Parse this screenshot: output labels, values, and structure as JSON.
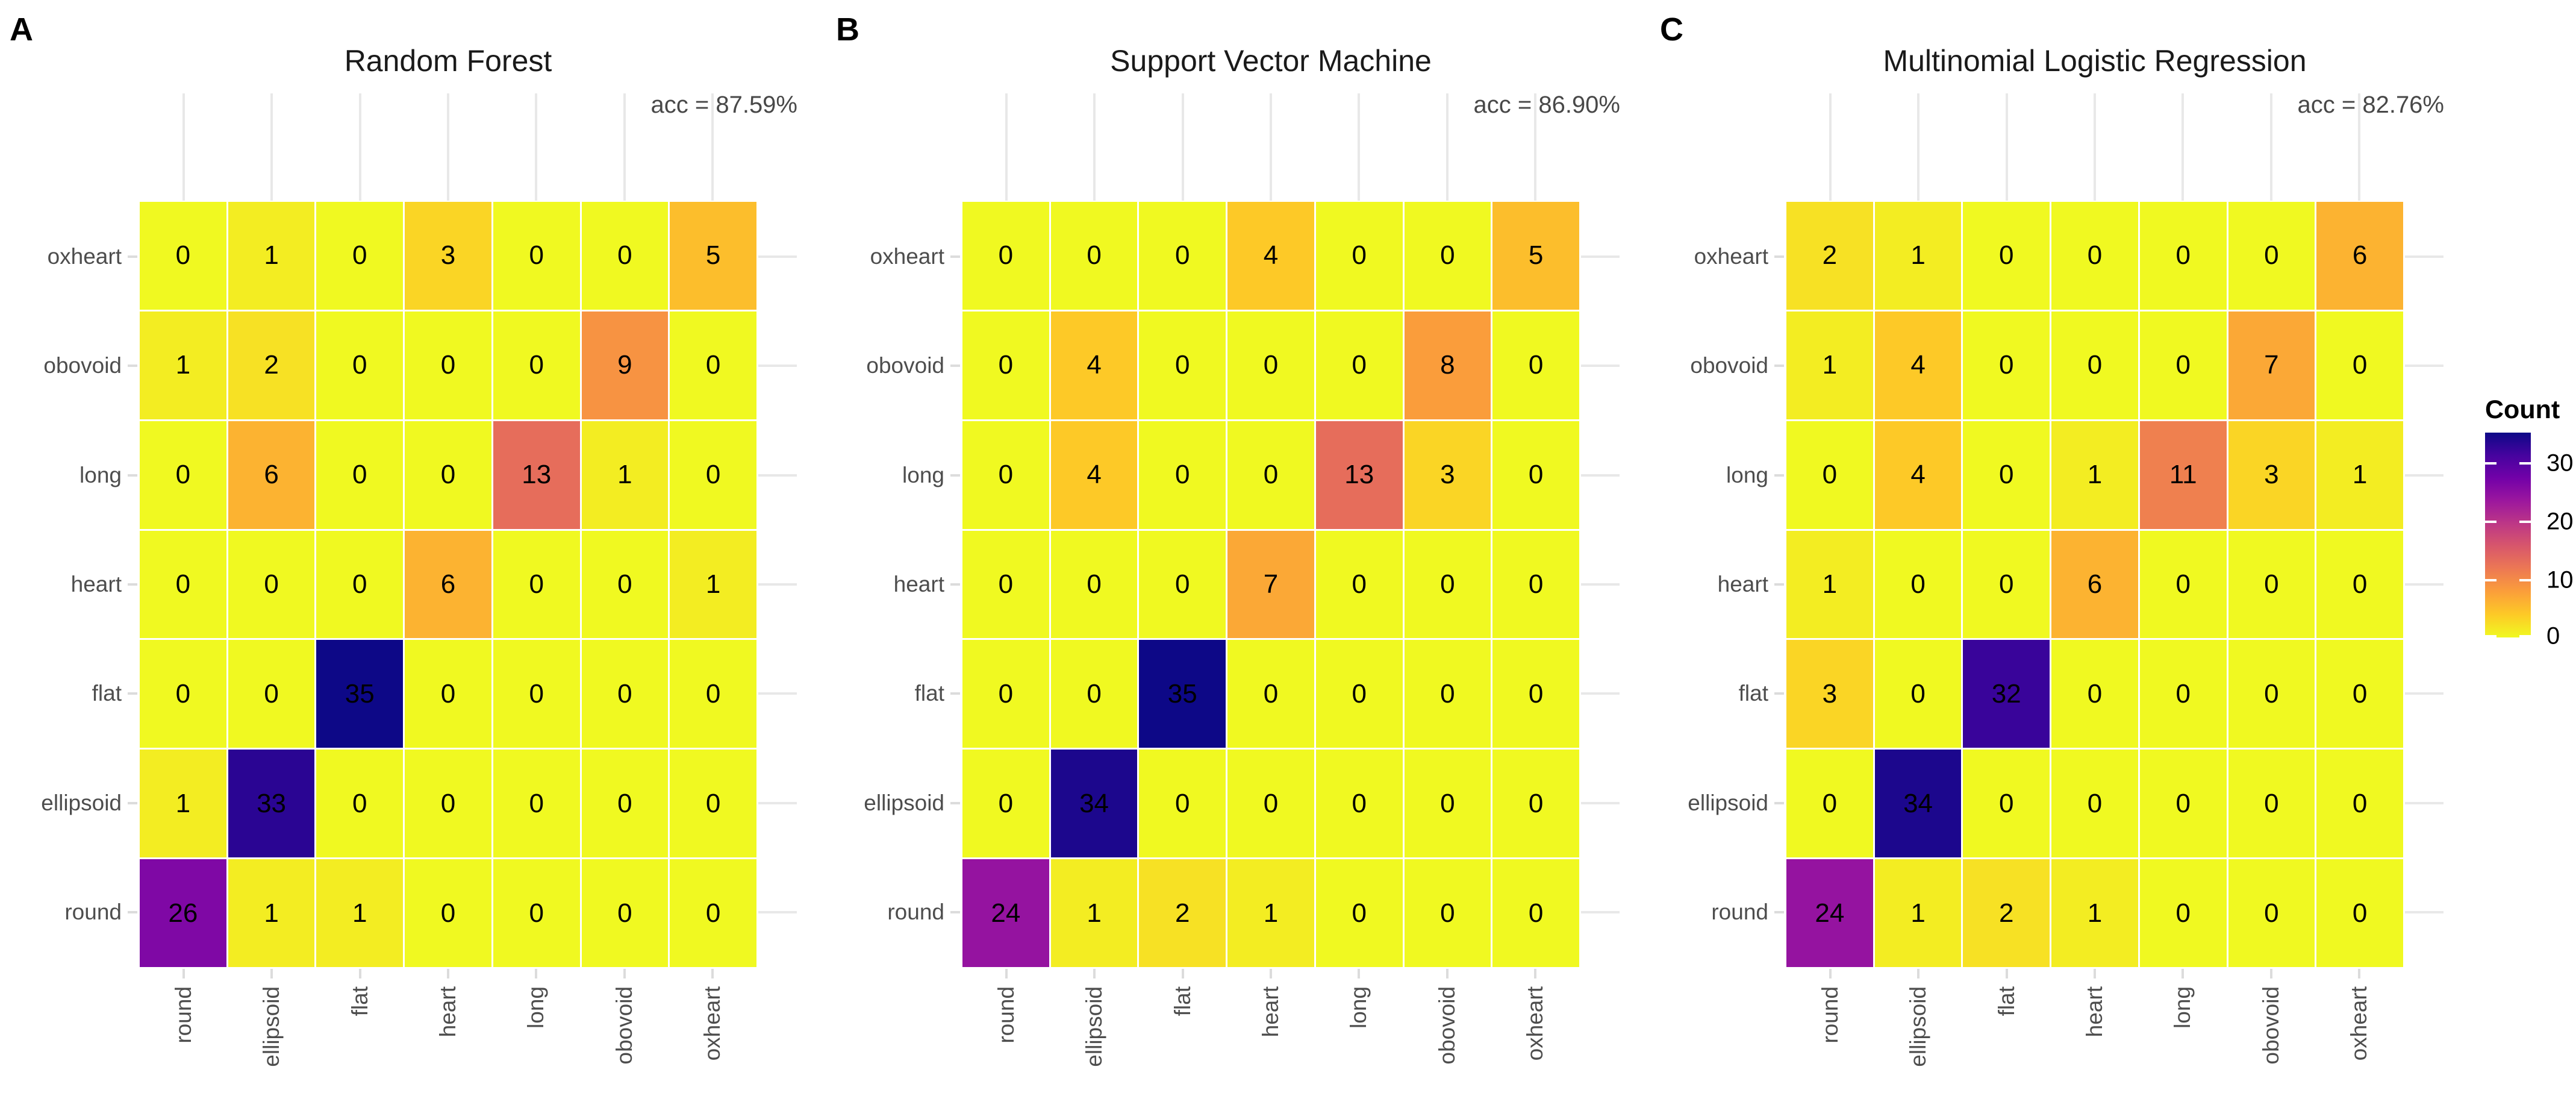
{
  "figure": {
    "panel_letters": [
      "A",
      "B",
      "C"
    ],
    "x_categories": [
      "round",
      "ellipsoid",
      "flat",
      "heart",
      "long",
      "obovoid",
      "oxheart"
    ],
    "y_categories_top_to_bottom": [
      "oxheart",
      "obovoid",
      "long",
      "heart",
      "flat",
      "ellipsoid",
      "round"
    ]
  },
  "colors": {
    "axis_label": "#4d4d4d",
    "grid_stub": "#e8e8e8",
    "tick_mark": "#dcdcdc",
    "annotation_text": "#484848",
    "cell_text": "#000000",
    "plasma_stops_high_to_low": [
      "#0d0887",
      "#46039f",
      "#7201a8",
      "#9c179e",
      "#bd3786",
      "#d8576b",
      "#ed7953",
      "#fb9f3a",
      "#fdca26",
      "#f0f921"
    ]
  },
  "legend": {
    "title": "Count",
    "tick_values": [
      30,
      20,
      10,
      0
    ],
    "tick_labels": [
      "30",
      "20",
      "10",
      "0"
    ],
    "scale_min": 0,
    "scale_max": 35
  },
  "chart_data": [
    {
      "type": "heatmap",
      "panel_label": "A",
      "title": "Random Forest",
      "annotation": "acc = 87.59%",
      "colormap": "plasma reversed",
      "value_domain": [
        0,
        35
      ],
      "x_categories": [
        "round",
        "ellipsoid",
        "flat",
        "heart",
        "long",
        "obovoid",
        "oxheart"
      ],
      "y_categories_top_to_bottom": [
        "oxheart",
        "obovoid",
        "long",
        "heart",
        "flat",
        "ellipsoid",
        "round"
      ],
      "rows_top_to_bottom": [
        [
          0,
          1,
          0,
          3,
          0,
          0,
          5
        ],
        [
          1,
          2,
          0,
          0,
          0,
          9,
          0
        ],
        [
          0,
          6,
          0,
          0,
          13,
          1,
          0
        ],
        [
          0,
          0,
          0,
          6,
          0,
          0,
          1
        ],
        [
          0,
          0,
          35,
          0,
          0,
          0,
          0
        ],
        [
          1,
          33,
          0,
          0,
          0,
          0,
          0
        ],
        [
          26,
          1,
          1,
          0,
          0,
          0,
          0
        ]
      ]
    },
    {
      "type": "heatmap",
      "panel_label": "B",
      "title": "Support Vector Machine",
      "annotation": "acc = 86.90%",
      "colormap": "plasma reversed",
      "value_domain": [
        0,
        35
      ],
      "x_categories": [
        "round",
        "ellipsoid",
        "flat",
        "heart",
        "long",
        "obovoid",
        "oxheart"
      ],
      "y_categories_top_to_bottom": [
        "oxheart",
        "obovoid",
        "long",
        "heart",
        "flat",
        "ellipsoid",
        "round"
      ],
      "rows_top_to_bottom": [
        [
          0,
          0,
          0,
          4,
          0,
          0,
          5
        ],
        [
          0,
          4,
          0,
          0,
          0,
          8,
          0
        ],
        [
          0,
          4,
          0,
          0,
          13,
          3,
          0
        ],
        [
          0,
          0,
          0,
          7,
          0,
          0,
          0
        ],
        [
          0,
          0,
          35,
          0,
          0,
          0,
          0
        ],
        [
          0,
          34,
          0,
          0,
          0,
          0,
          0
        ],
        [
          24,
          1,
          2,
          1,
          0,
          0,
          0
        ]
      ]
    },
    {
      "type": "heatmap",
      "panel_label": "C",
      "title": "Multinomial Logistic Regression",
      "annotation": "acc = 82.76%",
      "colormap": "plasma reversed",
      "value_domain": [
        0,
        35
      ],
      "x_categories": [
        "round",
        "ellipsoid",
        "flat",
        "heart",
        "long",
        "obovoid",
        "oxheart"
      ],
      "y_categories_top_to_bottom": [
        "oxheart",
        "obovoid",
        "long",
        "heart",
        "flat",
        "ellipsoid",
        "round"
      ],
      "rows_top_to_bottom": [
        [
          2,
          1,
          0,
          0,
          0,
          0,
          6
        ],
        [
          1,
          4,
          0,
          0,
          0,
          7,
          0
        ],
        [
          0,
          4,
          0,
          1,
          11,
          3,
          1
        ],
        [
          1,
          0,
          0,
          6,
          0,
          0,
          0
        ],
        [
          3,
          0,
          32,
          0,
          0,
          0,
          0
        ],
        [
          0,
          34,
          0,
          0,
          0,
          0,
          0
        ],
        [
          24,
          1,
          2,
          1,
          0,
          0,
          0
        ]
      ]
    }
  ]
}
